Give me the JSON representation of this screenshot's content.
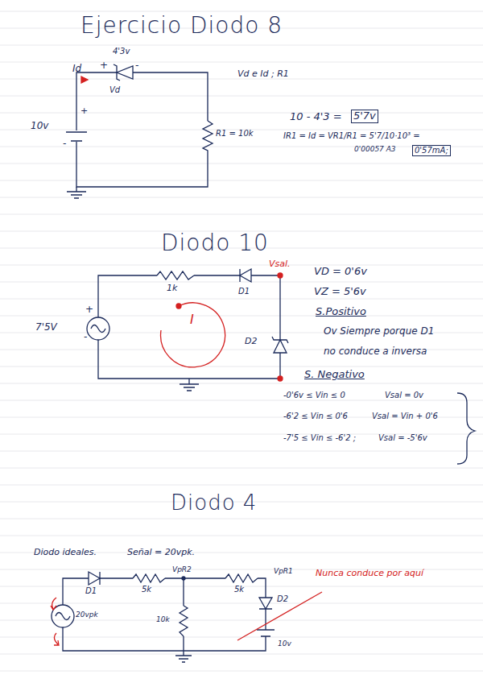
{
  "diagram": {
    "title": "Ejercicio Diodo 8",
    "labels": [
      "4'3v",
      "Id",
      "+",
      "-",
      "Vd",
      "10v",
      "+",
      "-",
      "R1 = 10k",
      "Vd e Id ; R1",
      "10 - 4'3 =",
      "5'7v",
      "IR1 = Id = VR1/R1 = 5'7/10·10³ =",
      "0'00057 A3",
      "0'57mA;",
      "Diodo 10",
      "1k",
      "D1",
      "Vsal.",
      "7'5V",
      "+",
      "-",
      "I",
      "D2",
      "VD = 0'6v",
      "VZ = 5'6v",
      "S.Positivo",
      "Ov Siempre porque D1",
      "no conduce a inversa",
      "S. Negativo",
      "-0'6v ≤ Vin ≤ 0",
      "Vsal = 0v",
      "-6'2 ≤ Vin ≤ 0'6",
      "Vsal = Vin + 0'6",
      "-7'5 ≤ Vin ≤ -6'2 ;",
      "Vsal = -5'6v",
      "Diodo 4",
      "Diodo ideales.",
      "Señal = 20vpk.",
      "D1",
      "5k",
      "VpR2",
      "5k",
      "VpR1",
      "Nunca conduce por aquí",
      "D2",
      "20vpk",
      "10k",
      "10v"
    ]
  }
}
